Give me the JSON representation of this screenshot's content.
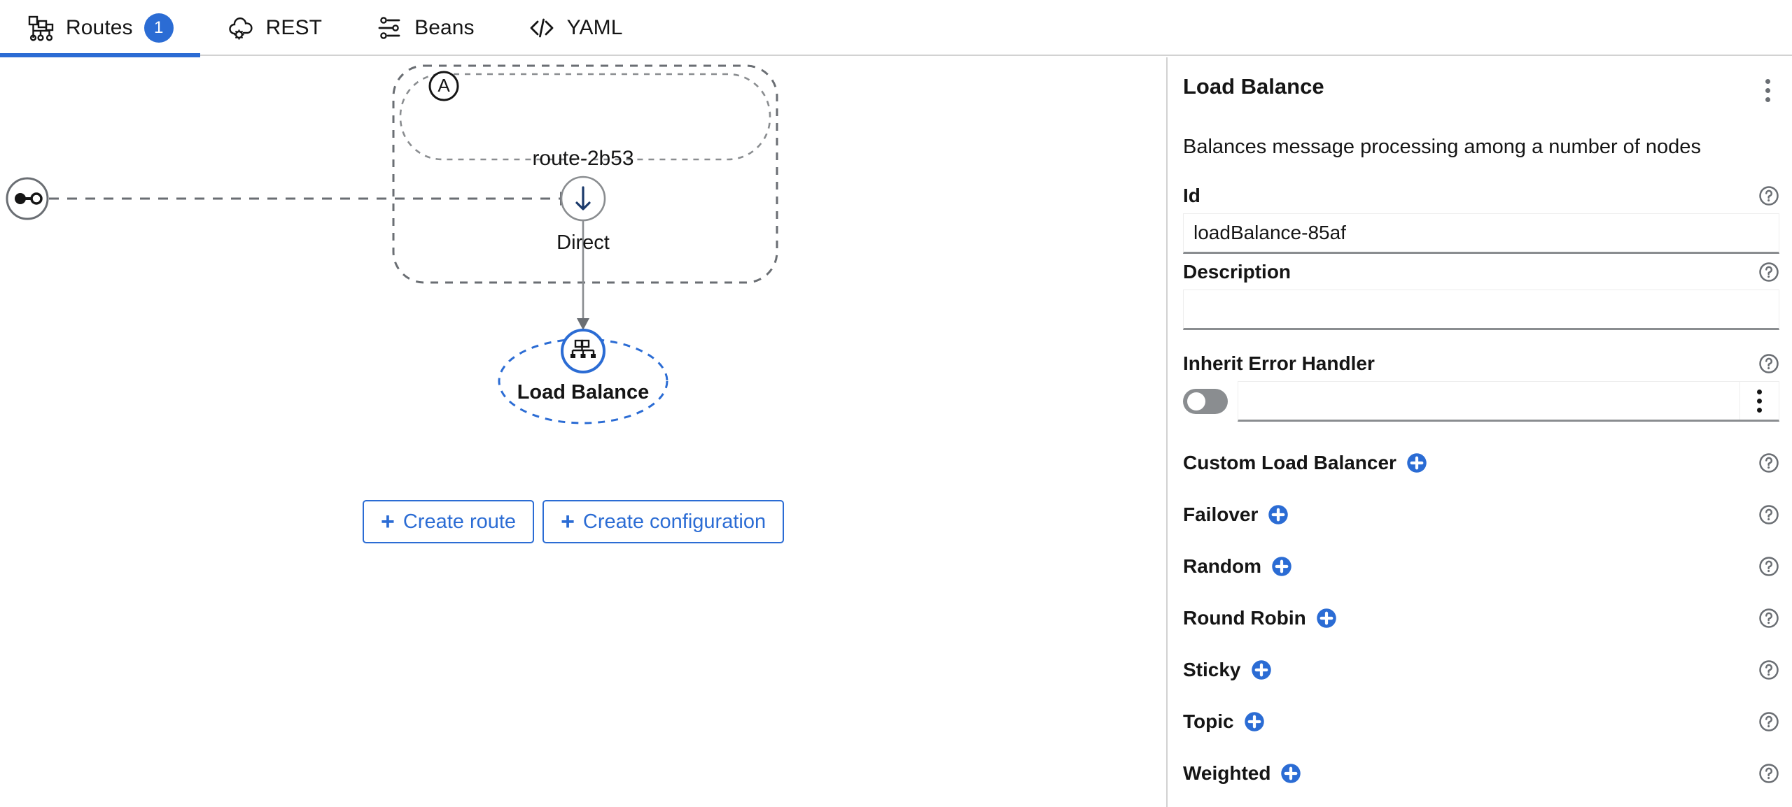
{
  "tabs": [
    {
      "id": "routes",
      "label": "Routes",
      "icon": "routes-icon",
      "active": true,
      "badge": "1"
    },
    {
      "id": "rest",
      "label": "REST",
      "icon": "cloud-gear-icon",
      "active": false,
      "badge": null
    },
    {
      "id": "beans",
      "label": "Beans",
      "icon": "sliders-icon",
      "active": false,
      "badge": null
    },
    {
      "id": "yaml",
      "label": "YAML",
      "icon": "code-brackets-icon",
      "active": false,
      "badge": null
    }
  ],
  "canvas": {
    "start_node": {
      "icon": "direct-endpoint-icon"
    },
    "route": {
      "title": "route-2b53",
      "badge_letter": "A"
    },
    "nodes": [
      {
        "id": "direct",
        "label": "Direct",
        "icon": "arrow-down-icon",
        "selected": false
      },
      {
        "id": "loadbalance",
        "label": "Load Balance",
        "icon": "load-balance-icon",
        "selected": true
      }
    ],
    "buttons": [
      {
        "id": "create-route",
        "label": "Create route",
        "plus": "+"
      },
      {
        "id": "create-configuration",
        "label": "Create configuration",
        "plus": "+"
      }
    ]
  },
  "panel": {
    "title": "Load Balance",
    "kebab": "kebab-menu-icon",
    "description": "Balances message processing among a number of nodes",
    "fields": [
      {
        "id": "id",
        "label": "Id",
        "value": "loadBalance-85af",
        "placeholder": ""
      },
      {
        "id": "description",
        "label": "Description",
        "value": "",
        "placeholder": ""
      }
    ],
    "inherit_error_handler": {
      "label": "Inherit Error Handler",
      "toggle_on": false,
      "value": "",
      "placeholder": ""
    },
    "options": [
      {
        "id": "custom-load-balancer",
        "label": "Custom Load Balancer"
      },
      {
        "id": "failover",
        "label": "Failover"
      },
      {
        "id": "random",
        "label": "Random"
      },
      {
        "id": "round-robin",
        "label": "Round Robin"
      },
      {
        "id": "sticky",
        "label": "Sticky"
      },
      {
        "id": "topic",
        "label": "Topic"
      },
      {
        "id": "weighted",
        "label": "Weighted"
      }
    ]
  },
  "colors": {
    "accent": "#2b6cd4",
    "text": "#151515",
    "border": "#d2d2d2",
    "muted": "#6a6e73"
  }
}
